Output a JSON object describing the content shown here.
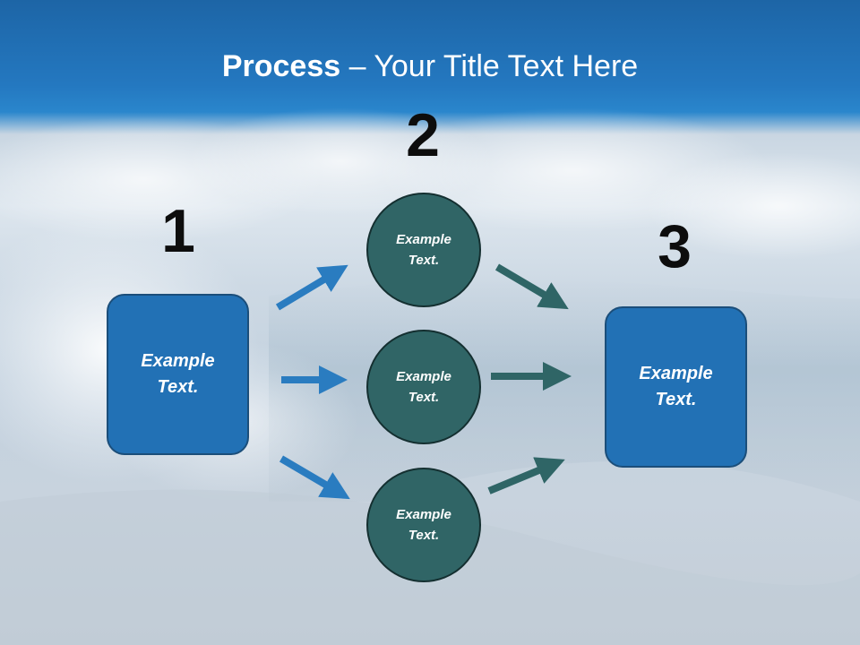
{
  "title": {
    "bold": "Process",
    "rest": " – Your Title Text Here"
  },
  "steps": [
    {
      "number": "1",
      "label": "Example Text."
    },
    {
      "number": "2",
      "labels": [
        "Example Text.",
        "Example Text.",
        "Example Text."
      ]
    },
    {
      "number": "3",
      "label": "Example Text."
    }
  ],
  "colors": {
    "box": "#2271b5",
    "circle": "#306566",
    "arrow_blue": "#2a7cc0",
    "arrow_teal": "#2f6566"
  }
}
